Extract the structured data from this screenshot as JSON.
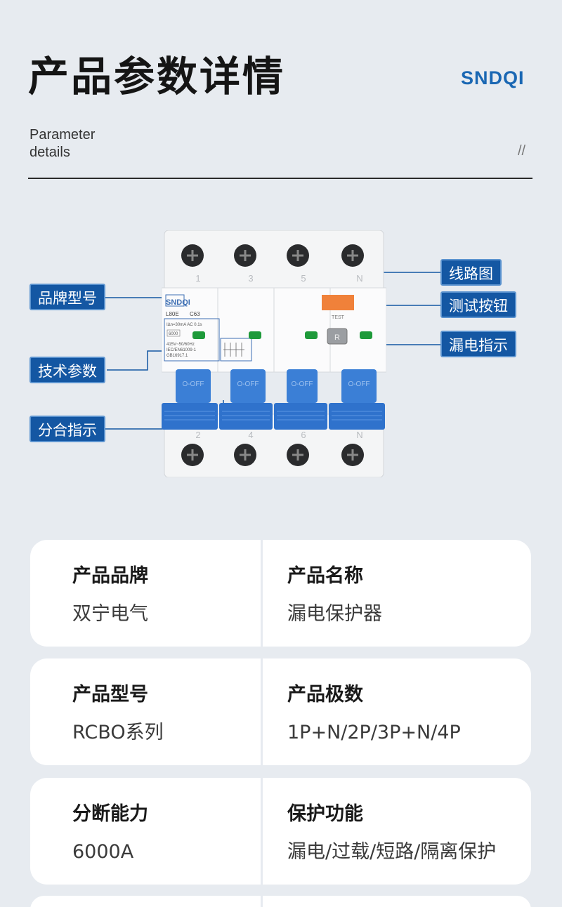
{
  "header": {
    "title": "产品参数详情",
    "brand": "SNDQI",
    "subtitle_line1": "Parameter",
    "subtitle_line2": "details",
    "slash": "//"
  },
  "product": {
    "callouts": {
      "brand_model": "品牌型号",
      "tech_params": "技术参数",
      "on_off": "分合指示",
      "circuit": "线路图",
      "test_button": "测试按钮",
      "leak_indicator": "漏电指示"
    },
    "terminals_top": [
      "1",
      "3",
      "5",
      "N"
    ],
    "terminals_bottom": [
      "2",
      "4",
      "6",
      "N"
    ],
    "label_brand": "SNDQI",
    "label_model": "L80E",
    "label_rating": "C63",
    "label_ian": "IΔn=30mA  AC  0.1s",
    "label_capacity": "6000",
    "label_voltage": "415V~50/60Hz",
    "label_standard": "IEC/EN61009-1",
    "label_gb": "GB16917.1",
    "test_label": "TEST",
    "reset_label": "R",
    "handle_text": "O-OFF",
    "colors": {
      "accent": "#1457a3",
      "handle": "#3b7fd6",
      "test": "#f0813a",
      "indicator": "#1e9a3a"
    }
  },
  "specs": [
    {
      "left": {
        "label": "产品品牌",
        "value": "双宁电气"
      },
      "right": {
        "label": "产品名称",
        "value": "漏电保护器"
      }
    },
    {
      "left": {
        "label": "产品型号",
        "value": "RCBO系列"
      },
      "right": {
        "label": "产品极数",
        "value": "1P+N/2P/3P+N/4P"
      }
    },
    {
      "left": {
        "label": "分断能力",
        "value": "6000A"
      },
      "right": {
        "label": "保护功能",
        "value": "漏电/过载/短路/隔离保护"
      }
    }
  ]
}
